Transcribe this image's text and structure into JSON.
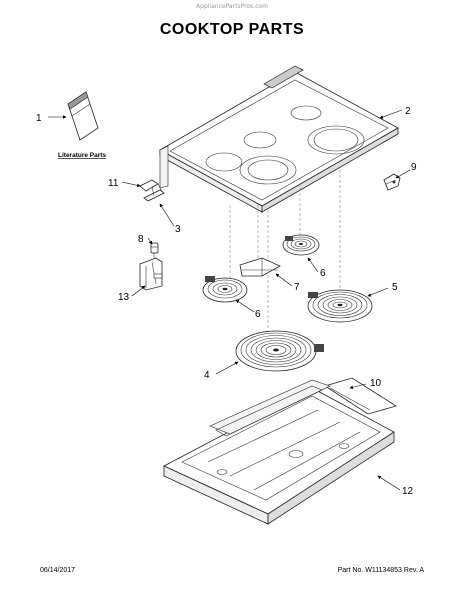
{
  "header": {
    "watermark": "AppliancePartsPros.com",
    "title": "COOKTOP PARTS"
  },
  "literature": {
    "label": "Literature Parts"
  },
  "callouts": {
    "c1": "1",
    "c2": "2",
    "c3": "3",
    "c4": "4",
    "c5": "5",
    "c6a": "6",
    "c6b": "6",
    "c7": "7",
    "c8": "8",
    "c9": "9",
    "c10": "10",
    "c11": "11",
    "c12": "12",
    "c13": "13"
  },
  "footer": {
    "date": "06/14/2017",
    "part_number": "Part No. W11134853  Rev. A"
  }
}
